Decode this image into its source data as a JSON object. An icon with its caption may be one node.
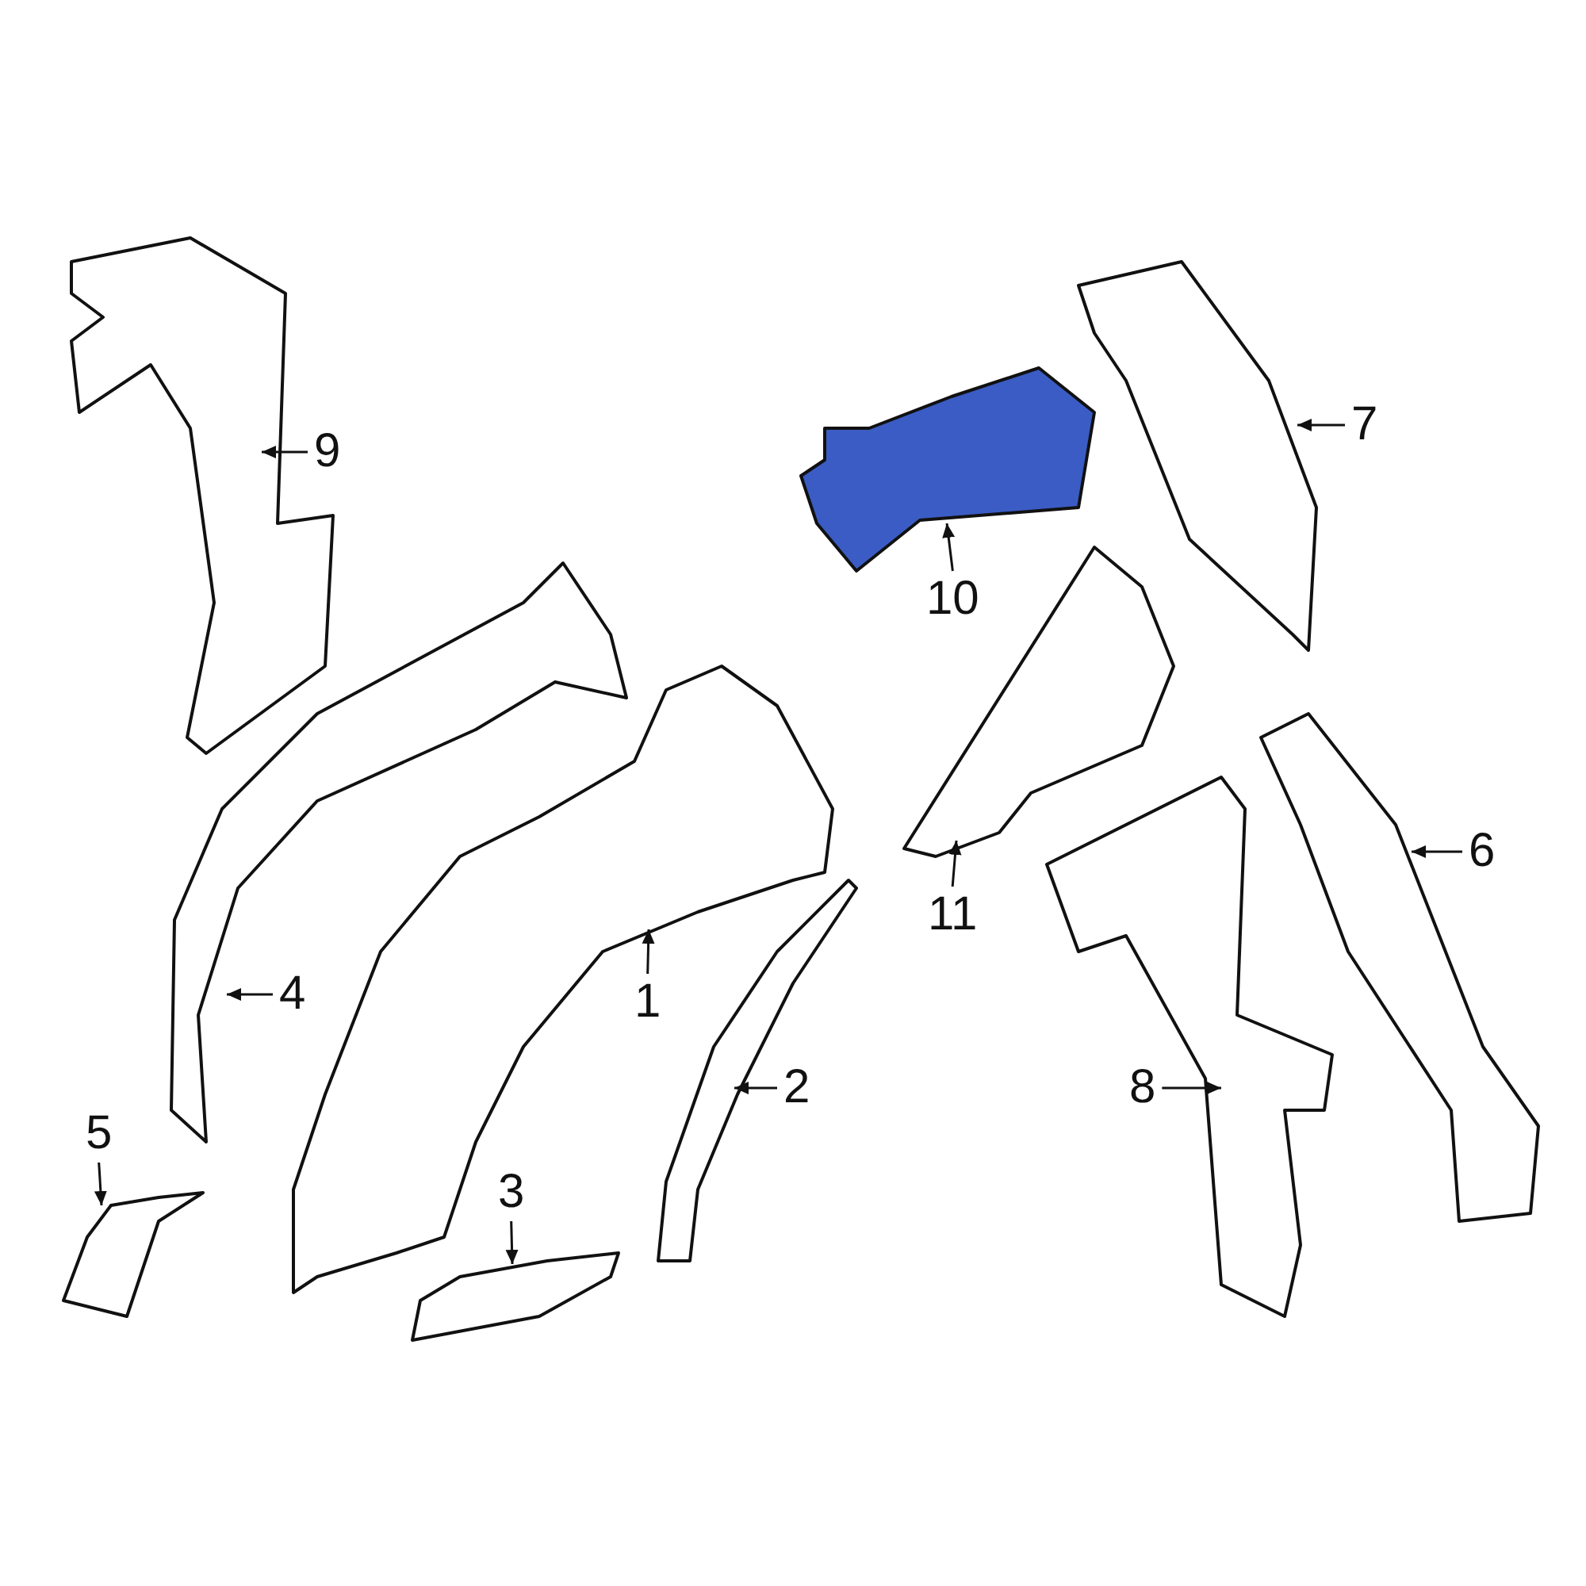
{
  "diagram": {
    "nodes": [
      {
        "text": [
          "7"
        ]
      },
      {
        "text": [
          "9"
        ]
      },
      {
        "text": [
          "10"
        ]
      },
      {
        "text": [
          "6"
        ]
      },
      {
        "text": [
          "11"
        ]
      },
      {
        "text": [
          "4"
        ]
      },
      {
        "text": [
          "1"
        ]
      },
      {
        "text": [
          "2"
        ]
      },
      {
        "text": [
          "8"
        ]
      },
      {
        "text": [
          "5"
        ]
      },
      {
        "text": [
          "3"
        ]
      },
      {
        "text": [],
        "shape": "picture"
      },
      {
        "text": [],
        "shape": "picture"
      },
      {
        "text": [],
        "shape": "picture"
      },
      {
        "text": [],
        "shape": "picture"
      },
      {
        "text": [],
        "shape": "picture"
      },
      {
        "text": [],
        "shape": "picture"
      },
      {
        "text": [],
        "shape": "picture"
      },
      {
        "text": [],
        "shape": "picture"
      },
      {
        "text": [],
        "shape": "picture"
      },
      {
        "text": [],
        "shape": "picture"
      },
      {
        "text": [],
        "shape": "picture"
      }
    ],
    "edges": [
      {
        "from": 0,
        "to": 20,
        "arrow": "to"
      },
      {
        "from": 1,
        "to": 12,
        "arrow": "to"
      },
      {
        "from": 2,
        "to": 17,
        "arrow": "to"
      },
      {
        "from": 3,
        "to": 21,
        "arrow": "to"
      },
      {
        "from": 4,
        "to": 18,
        "arrow": "to"
      },
      {
        "from": 5,
        "to": 13,
        "arrow": "to"
      },
      {
        "from": 6,
        "to": 15,
        "arrow": "to"
      },
      {
        "from": 7,
        "to": 16,
        "arrow": "to"
      },
      {
        "from": 8,
        "to": 19,
        "arrow": "to"
      },
      {
        "from": 9,
        "to": 11,
        "arrow": "to"
      },
      {
        "from": 10,
        "to": 14,
        "arrow": "to"
      }
    ]
  }
}
